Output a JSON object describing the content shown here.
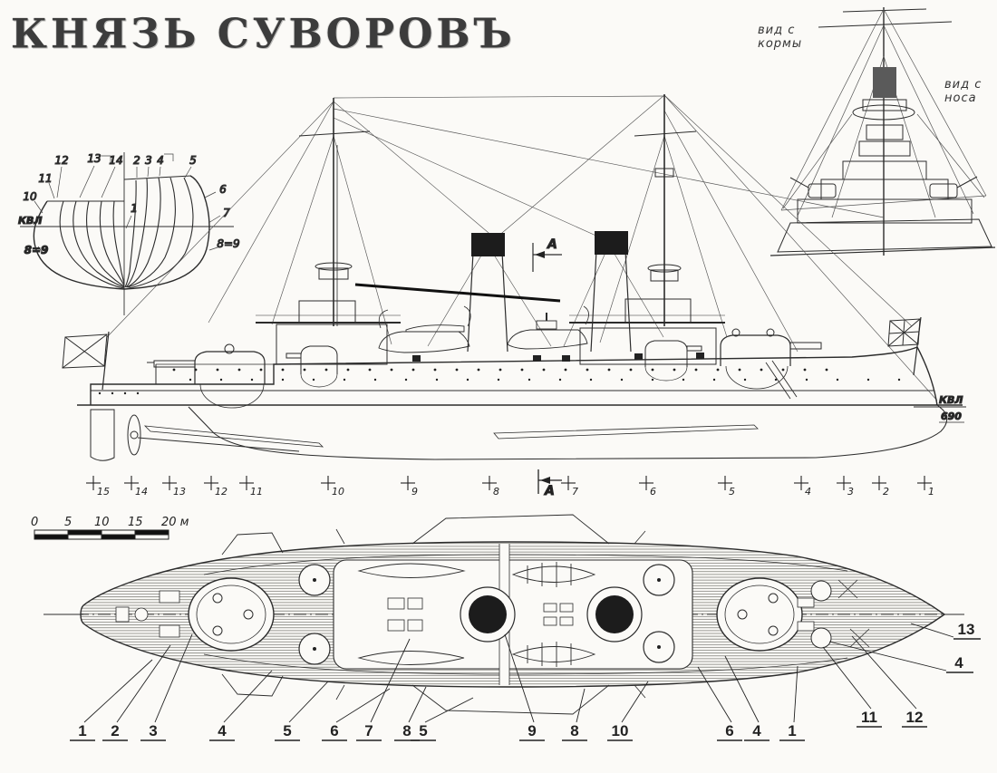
{
  "title": "КНЯЗЬ СУВОРОВЪ",
  "aux_view": {
    "stern_label_line1": "вид с",
    "stern_label_line2": "кормы",
    "bow_label_line1": "вид с",
    "bow_label_line2": "носа"
  },
  "body_plan": {
    "waterline_label": "КВЛ",
    "center_label": "1",
    "labels_top_left": [
      "12",
      "13",
      "14"
    ],
    "labels_top_right": [
      "2",
      "3",
      "4",
      "5"
    ],
    "labels_left": [
      "11",
      "10"
    ],
    "labels_right": [
      "6",
      "7",
      "8=9"
    ],
    "label_bottom_left": "8=9"
  },
  "side_view": {
    "section_label": "А",
    "waterline_label": "КВЛ",
    "draft_label": "690"
  },
  "stations": {
    "marks": [
      "15",
      "14",
      "13",
      "12",
      "11",
      "10",
      "9",
      "8",
      "7",
      "6",
      "5",
      "4",
      "3",
      "2",
      "1"
    ],
    "section_label": "А"
  },
  "scale_bar": {
    "ticks": [
      "0",
      "5",
      "10",
      "15"
    ],
    "end_label": "20 м"
  },
  "plan_view": {
    "bottom_callouts": [
      "1",
      "2",
      "3",
      "4",
      "5",
      "6",
      "7",
      "8",
      "5",
      "9",
      "8",
      "10",
      "6",
      "4",
      "1",
      "11",
      "12"
    ],
    "right_callouts": [
      "13",
      "4"
    ]
  },
  "colors": {
    "ink": "#222222",
    "paper": "#fbfaf7"
  }
}
